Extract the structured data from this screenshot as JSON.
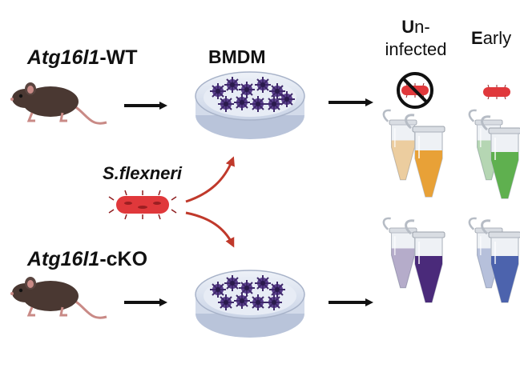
{
  "labels": {
    "wt": {
      "gene": "Atg16l1",
      "suffix": "-WT"
    },
    "cko": {
      "gene": "Atg16l1",
      "suffix": "-cKO"
    },
    "bmdm": "BMDM",
    "bacteria": "S.flexneri",
    "uninfected": {
      "initial": "U",
      "rest_line1": "n-",
      "line2": "infected"
    },
    "early": {
      "initial": "E",
      "rest": "arly"
    }
  },
  "colors": {
    "mouse": "#4a3832",
    "mouse_ear": "#c98a86",
    "arrow_black": "#111111",
    "arrow_red": "#c0392b",
    "bacterium": "#e0383b",
    "dish_bg": "#dfe6f2",
    "cell": "#5b3f8f",
    "tube_orange": "#e8a137",
    "tube_green": "#5fb04f",
    "tube_purple": "#4a2a7a",
    "tube_blue": "#4c63ad",
    "no_sign": "#111111"
  }
}
